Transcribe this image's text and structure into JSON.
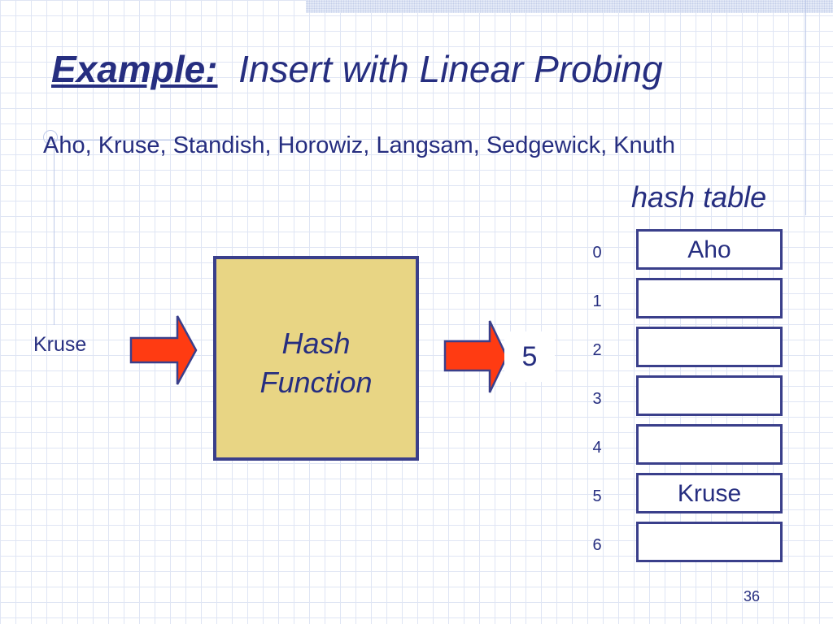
{
  "title": {
    "keyword": "Example:",
    "text": "Insert with Linear Probing"
  },
  "names_list": "Aho, Kruse, Standish, Horowiz, Langsam, Sedgewick, Knuth",
  "hash_table_label": "hash table",
  "input_key": "Kruse",
  "hash_function": {
    "line1": "Hash",
    "line2": "Function"
  },
  "hash_result": "5",
  "table": {
    "slots": [
      {
        "index": "0",
        "value": "Aho"
      },
      {
        "index": "1",
        "value": ""
      },
      {
        "index": "2",
        "value": ""
      },
      {
        "index": "3",
        "value": ""
      },
      {
        "index": "4",
        "value": ""
      },
      {
        "index": "5",
        "value": "Kruse"
      },
      {
        "index": "6",
        "value": ""
      }
    ]
  },
  "page_number": "36",
  "colors": {
    "text": "#262e80",
    "box_border": "#3a3f8b",
    "hash_box_fill": "#e8d584",
    "arrow_fill": "#ff3b12",
    "arrow_stroke": "#3a3f8b"
  }
}
